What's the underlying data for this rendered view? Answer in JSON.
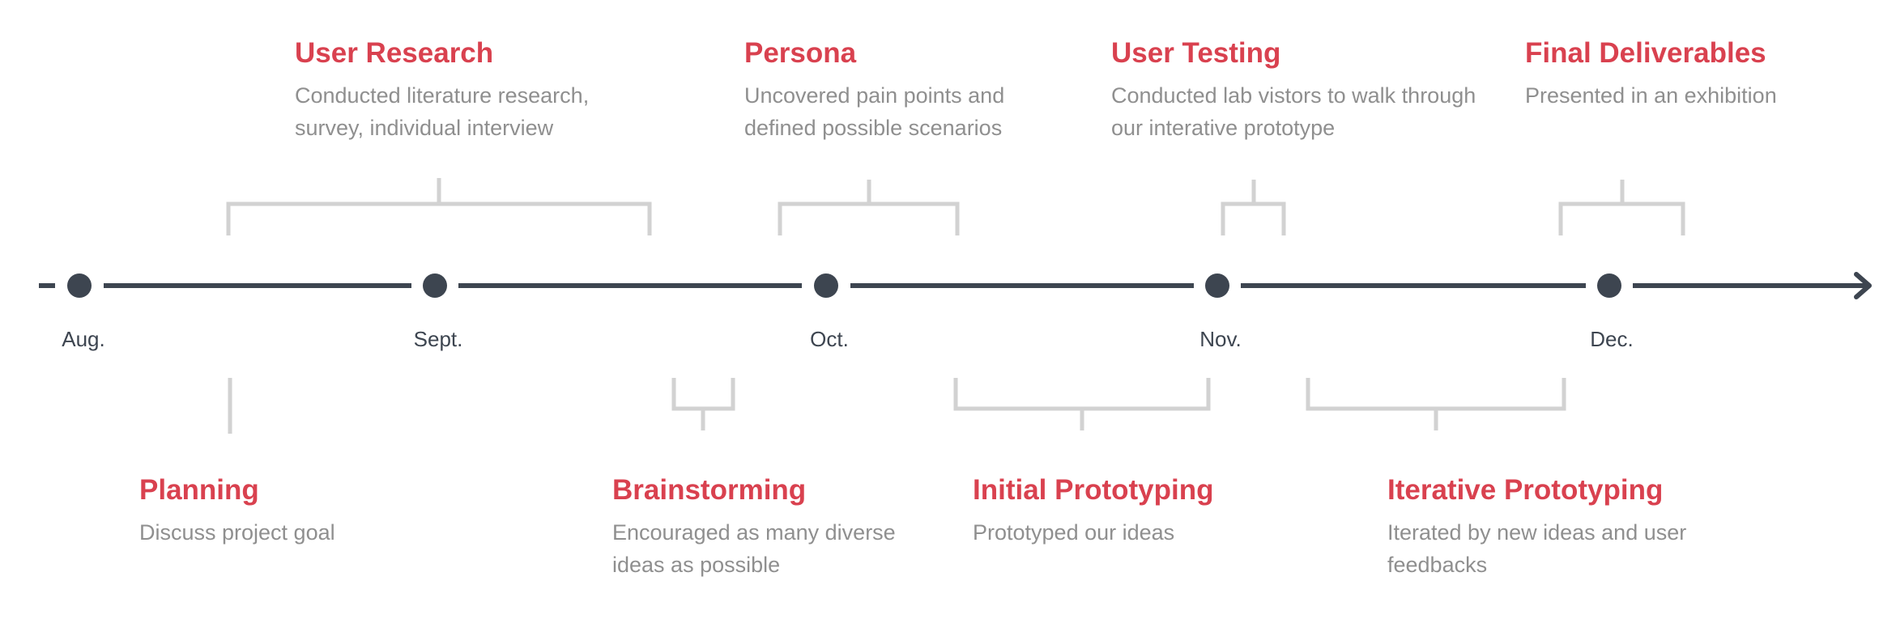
{
  "months": [
    "Aug.",
    "Sept.",
    "Oct.",
    "Nov.",
    "Dec."
  ],
  "phases": [
    {
      "title": "User Research",
      "desc": [
        "Conducted literature research,",
        "survey, individual interview"
      ]
    },
    {
      "title": "Persona",
      "desc": [
        "Uncovered pain points and",
        "defined possible scenarios"
      ]
    },
    {
      "title": "User Testing",
      "desc": [
        "Conducted lab vistors to walk through",
        "our interative prototype"
      ]
    },
    {
      "title": "Final Deliverables",
      "desc": [
        "Presented in an exhibition"
      ]
    },
    {
      "title": "Planning",
      "desc": [
        "Discuss project goal"
      ]
    },
    {
      "title": "Brainstorming",
      "desc": [
        "Encouraged as many diverse",
        "ideas as possible"
      ]
    },
    {
      "title": "Initial Prototyping",
      "desc": [
        "Prototyped our ideas"
      ]
    },
    {
      "title": "Iterative Prototyping",
      "desc": [
        "Iterated by new ideas and user",
        "feedbacks"
      ]
    }
  ],
  "colors": {
    "accent": "#d9414f",
    "timeline": "#3d4550",
    "bracket": "#d2d2d2",
    "description": "#8f8f8f"
  }
}
